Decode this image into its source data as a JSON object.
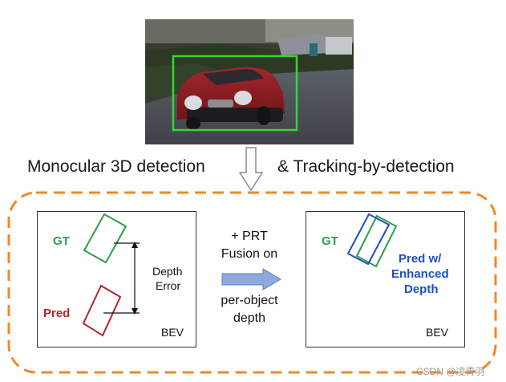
{
  "top_caption": {
    "left": "Monocular 3D detection",
    "right": "& Tracking-by-detection"
  },
  "left_panel": {
    "gt_label": "GT",
    "pred_label": "Pred",
    "depth_error_line1": "Depth",
    "depth_error_line2": "Error",
    "bev_label": "BEV"
  },
  "middle": {
    "line1": "+ PRT",
    "line2": "Fusion on",
    "line3": "per-object",
    "line4": "depth"
  },
  "right_panel": {
    "gt_label": "GT",
    "pred_line1": "Pred w/",
    "pred_line2": "Enhanced",
    "pred_line3": "Depth",
    "bev_label": "BEV"
  },
  "watermark": "CSDN @凌青羽",
  "colors": {
    "gt": "#2e9e4a",
    "pred": "#b3262a",
    "enhanced": "#1f4fc4",
    "dashed_border": "#ef8a22",
    "detection_box": "#36d636",
    "fusion_arrow": "#8fa9dc"
  }
}
